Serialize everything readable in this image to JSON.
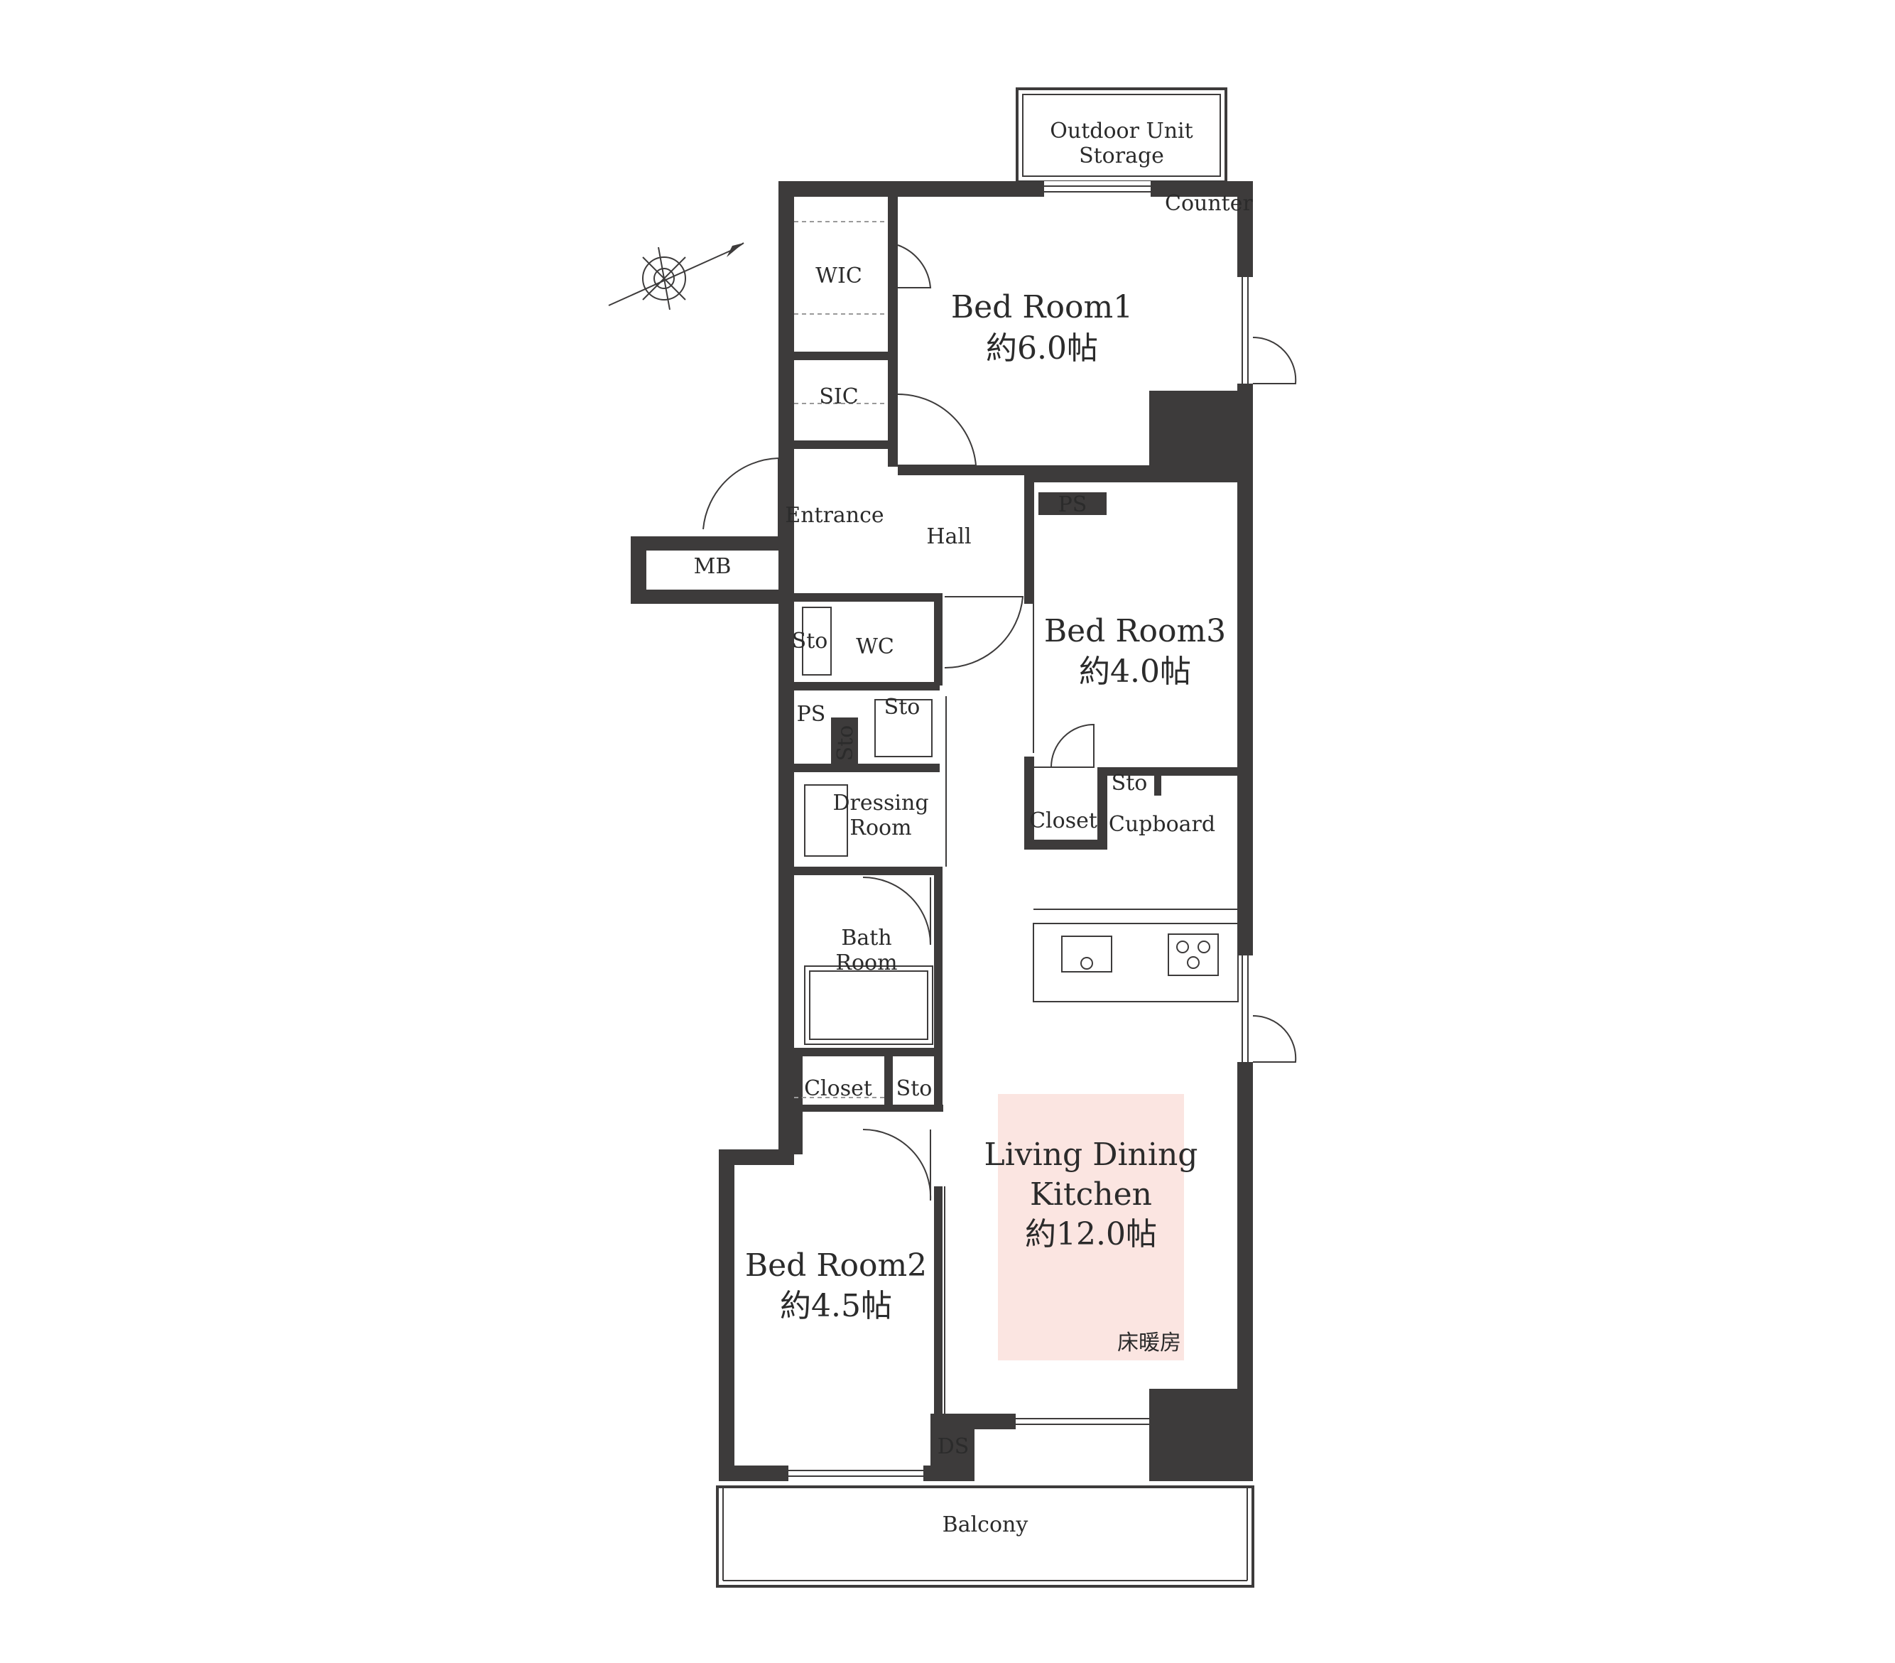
{
  "floor_plan": {
    "rooms": {
      "outdoor_unit_storage": "Outdoor Unit Storage",
      "counter": "Counter",
      "wic": "WIC",
      "sic": "SIC",
      "bedroom1_name": "Bed Room1",
      "bedroom1_size": "約6.0帖",
      "entrance": "Entrance",
      "hall": "Hall",
      "ps_top": "PS",
      "mb": "MB",
      "wc_storage": "Sto",
      "wc": "WC",
      "bedroom3_name": "Bed Room3",
      "bedroom3_size": "約4.0帖",
      "ps_left": "PS",
      "sto_dressing_top": "Sto",
      "sto_dressing_side": "Sto",
      "dressing_room": "Dressing Room",
      "sto_bed3": "Sto",
      "closet_bed3": "Closet",
      "cupboard": "Cupboard",
      "bath_room": "Bath Room",
      "closet_lower": "Closet",
      "sto_lower": "Sto",
      "ldk_name": "Living Dining Kitchen",
      "ldk_size": "約12.0帖",
      "floor_heating": "床暖房",
      "bedroom2_name": "Bed Room2",
      "bedroom2_size": "約4.5帖",
      "ds": "DS",
      "balcony": "Balcony"
    },
    "colors": {
      "wall": "#3d3b3b",
      "floor_heating_zone": "#fbe5e1"
    }
  }
}
